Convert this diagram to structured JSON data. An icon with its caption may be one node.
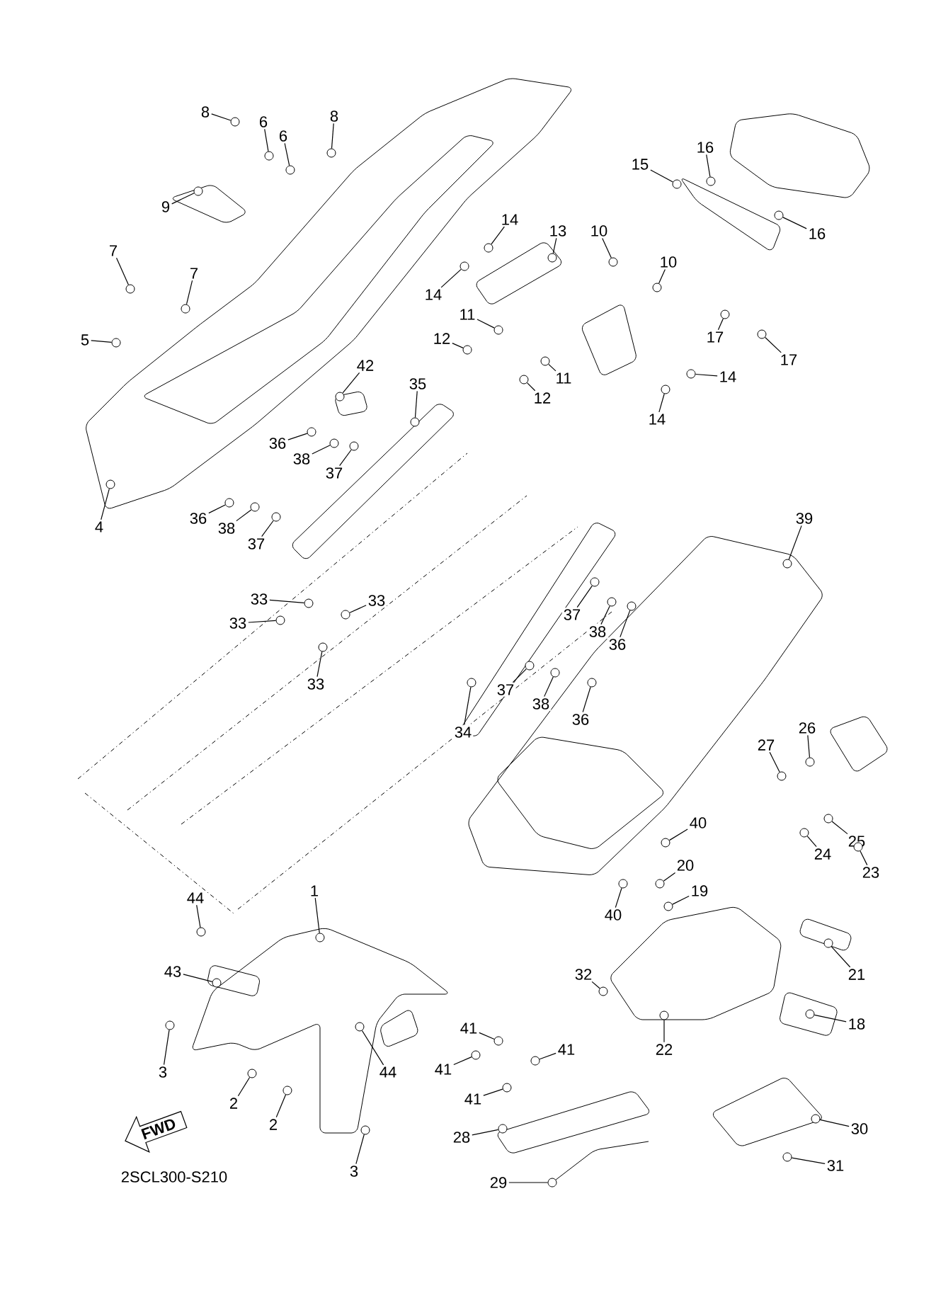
{
  "diagram": {
    "nodes": [
      {
        "text": [
          "8"
        ]
      },
      {
        "text": [
          "6"
        ]
      },
      {
        "text": [
          "8"
        ]
      },
      {
        "text": [
          "6"
        ]
      },
      {
        "text": [
          "16"
        ]
      },
      {
        "text": [
          "15"
        ]
      },
      {
        "text": [
          "9"
        ]
      },
      {
        "text": [
          "14"
        ]
      },
      {
        "text": [
          "13"
        ]
      },
      {
        "text": [
          "10"
        ]
      },
      {
        "text": [
          "16"
        ]
      },
      {
        "text": [
          "7"
        ]
      },
      {
        "text": [
          "10"
        ]
      },
      {
        "text": [
          "7"
        ]
      },
      {
        "text": [
          "14"
        ]
      },
      {
        "text": [
          "11"
        ]
      },
      {
        "text": [
          "12"
        ]
      },
      {
        "text": [
          "17"
        ]
      },
      {
        "text": [
          "5"
        ]
      },
      {
        "text": [
          "12"
        ]
      },
      {
        "text": [
          "17"
        ]
      },
      {
        "text": [
          "42"
        ]
      },
      {
        "text": [
          "11"
        ]
      },
      {
        "text": [
          "14"
        ]
      },
      {
        "text": [
          "35"
        ]
      },
      {
        "text": [
          "14"
        ]
      },
      {
        "text": [
          "36"
        ]
      },
      {
        "text": [
          "38"
        ]
      },
      {
        "text": [
          "37"
        ]
      },
      {
        "text": [
          "36"
        ]
      },
      {
        "text": [
          "39"
        ]
      },
      {
        "text": [
          "38"
        ]
      },
      {
        "text": [
          "4"
        ]
      },
      {
        "text": [
          "37"
        ]
      },
      {
        "text": [
          "33"
        ]
      },
      {
        "text": [
          "33"
        ]
      },
      {
        "text": [
          "37"
        ]
      },
      {
        "text": [
          "38"
        ]
      },
      {
        "text": [
          "36"
        ]
      },
      {
        "text": [
          "33"
        ]
      },
      {
        "text": [
          "33"
        ]
      },
      {
        "text": [
          "37"
        ]
      },
      {
        "text": [
          "38"
        ]
      },
      {
        "text": [
          "36"
        ]
      },
      {
        "text": [
          "26"
        ]
      },
      {
        "text": [
          "34"
        ]
      },
      {
        "text": [
          "27"
        ]
      },
      {
        "text": [
          "40"
        ]
      },
      {
        "text": [
          "25"
        ]
      },
      {
        "text": [
          "24"
        ]
      },
      {
        "text": [
          "20"
        ]
      },
      {
        "text": [
          "23"
        ]
      },
      {
        "text": [
          "44"
        ]
      },
      {
        "text": [
          "1"
        ]
      },
      {
        "text": [
          "19"
        ]
      },
      {
        "text": [
          "40"
        ]
      },
      {
        "text": [
          "43"
        ]
      },
      {
        "text": [
          "21"
        ]
      },
      {
        "text": [
          "32"
        ]
      },
      {
        "text": [
          "18"
        ]
      },
      {
        "text": [
          "41"
        ]
      },
      {
        "text": [
          "22"
        ]
      },
      {
        "text": [
          "41"
        ]
      },
      {
        "text": [
          "3"
        ]
      },
      {
        "text": [
          "41"
        ]
      },
      {
        "text": [
          "44"
        ]
      },
      {
        "text": [
          "41"
        ]
      },
      {
        "text": [
          "2"
        ]
      },
      {
        "text": [
          "2"
        ]
      },
      {
        "text": [
          "30"
        ]
      },
      {
        "text": [
          "28"
        ]
      },
      {
        "text": [
          "31"
        ]
      },
      {
        "text": [
          "3"
        ]
      },
      {
        "text": [
          "29"
        ]
      },
      {
        "text": [],
        "shape": "circle"
      },
      {
        "text": [],
        "shape": "circle"
      },
      {
        "text": [],
        "shape": "circle"
      },
      {
        "text": [],
        "shape": "circle"
      },
      {
        "text": [],
        "shape": "circle"
      },
      {
        "text": [],
        "shape": "circle"
      },
      {
        "text": [],
        "shape": "circle"
      },
      {
        "text": [],
        "shape": "circle"
      },
      {
        "text": [],
        "shape": "circle"
      },
      {
        "text": [],
        "shape": "circle"
      },
      {
        "text": [],
        "shape": "circle"
      },
      {
        "text": [],
        "shape": "circle"
      },
      {
        "text": [],
        "shape": "circle"
      },
      {
        "text": [],
        "shape": "circle"
      },
      {
        "text": [],
        "shape": "circle"
      },
      {
        "text": [],
        "shape": "circle"
      },
      {
        "text": [],
        "shape": "circle"
      },
      {
        "text": [],
        "shape": "circle"
      },
      {
        "text": [],
        "shape": "circle"
      },
      {
        "text": [],
        "shape": "circle"
      },
      {
        "text": [],
        "shape": "circle"
      },
      {
        "text": [],
        "shape": "circle"
      },
      {
        "text": [],
        "shape": "circle"
      },
      {
        "text": [],
        "shape": "circle"
      },
      {
        "text": [],
        "shape": "circle"
      },
      {
        "text": [],
        "shape": "circle"
      },
      {
        "text": [],
        "shape": "circle"
      },
      {
        "text": [],
        "shape": "circle"
      },
      {
        "text": [],
        "shape": "circle"
      },
      {
        "text": [],
        "shape": "circle"
      },
      {
        "text": [],
        "shape": "circle"
      },
      {
        "text": [],
        "shape": "circle"
      },
      {
        "text": [],
        "shape": "circle"
      },
      {
        "text": [],
        "shape": "circle"
      },
      {
        "text": [],
        "shape": "circle"
      },
      {
        "text": [],
        "shape": "circle"
      },
      {
        "text": [],
        "shape": "circle"
      },
      {
        "text": [],
        "shape": "circle"
      },
      {
        "text": [],
        "shape": "circle"
      },
      {
        "text": [],
        "shape": "circle"
      },
      {
        "text": [],
        "shape": "circle"
      },
      {
        "text": [],
        "shape": "circle"
      },
      {
        "text": [],
        "shape": "circle"
      },
      {
        "text": [],
        "shape": "circle"
      },
      {
        "text": [],
        "shape": "circle"
      },
      {
        "text": [],
        "shape": "circle"
      },
      {
        "text": [],
        "shape": "circle"
      },
      {
        "text": [],
        "shape": "circle"
      },
      {
        "text": [],
        "shape": "circle"
      },
      {
        "text": [],
        "shape": "circle"
      },
      {
        "text": [],
        "shape": "circle"
      },
      {
        "text": [],
        "shape": "circle"
      },
      {
        "text": [],
        "shape": "circle"
      },
      {
        "text": [],
        "shape": "circle"
      },
      {
        "text": [],
        "shape": "circle"
      },
      {
        "text": [],
        "shape": "circle"
      },
      {
        "text": [],
        "shape": "circle"
      },
      {
        "text": [],
        "shape": "circle"
      },
      {
        "text": [],
        "shape": "circle"
      },
      {
        "text": [],
        "shape": "circle"
      },
      {
        "text": [],
        "shape": "circle"
      },
      {
        "text": [],
        "shape": "circle"
      },
      {
        "text": [],
        "shape": "circle"
      },
      {
        "text": [],
        "shape": "circle"
      },
      {
        "text": [],
        "shape": "circle"
      },
      {
        "text": [],
        "shape": "circle"
      },
      {
        "text": [],
        "shape": "circle"
      },
      {
        "text": [],
        "shape": "circle"
      },
      {
        "text": [],
        "shape": "circle"
      },
      {
        "text": [],
        "shape": "circle"
      },
      {
        "text": [],
        "shape": "circle"
      },
      {
        "text": [],
        "shape": "circle"
      },
      {
        "text": [],
        "shape": "circle"
      },
      {
        "text": [],
        "shape": "circle"
      }
    ],
    "edges": [
      {
        "from": 0,
        "to": 74,
        "arrow": "none"
      },
      {
        "from": 1,
        "to": 75,
        "arrow": "none"
      },
      {
        "from": 2,
        "to": 76,
        "arrow": "none"
      },
      {
        "from": 3,
        "to": 77,
        "arrow": "none"
      },
      {
        "from": 4,
        "to": 78,
        "arrow": "none"
      },
      {
        "from": 5,
        "to": 79,
        "arrow": "none"
      },
      {
        "from": 6,
        "to": 80,
        "arrow": "none"
      },
      {
        "from": 7,
        "to": 81,
        "arrow": "none"
      },
      {
        "from": 8,
        "to": 82,
        "arrow": "none"
      },
      {
        "from": 9,
        "to": 83,
        "arrow": "none"
      },
      {
        "from": 10,
        "to": 84,
        "arrow": "none"
      },
      {
        "from": 11,
        "to": 85,
        "arrow": "none"
      },
      {
        "from": 12,
        "to": 86,
        "arrow": "none"
      },
      {
        "from": 13,
        "to": 87,
        "arrow": "none"
      },
      {
        "from": 14,
        "to": 88,
        "arrow": "none"
      },
      {
        "from": 15,
        "to": 89,
        "arrow": "none"
      },
      {
        "from": 16,
        "to": 90,
        "arrow": "none"
      },
      {
        "from": 17,
        "to": 91,
        "arrow": "none"
      },
      {
        "from": 18,
        "to": 92,
        "arrow": "none"
      },
      {
        "from": 19,
        "to": 93,
        "arrow": "none"
      },
      {
        "from": 20,
        "to": 94,
        "arrow": "none"
      },
      {
        "from": 21,
        "to": 95,
        "arrow": "none"
      },
      {
        "from": 22,
        "to": 96,
        "arrow": "none"
      },
      {
        "from": 23,
        "to": 97,
        "arrow": "none"
      },
      {
        "from": 24,
        "to": 98,
        "arrow": "none"
      },
      {
        "from": 25,
        "to": 99,
        "arrow": "none"
      },
      {
        "from": 26,
        "to": 100,
        "arrow": "none"
      },
      {
        "from": 27,
        "to": 101,
        "arrow": "none"
      },
      {
        "from": 28,
        "to": 102,
        "arrow": "none"
      },
      {
        "from": 29,
        "to": 103,
        "arrow": "none"
      },
      {
        "from": 30,
        "to": 104,
        "arrow": "none"
      },
      {
        "from": 31,
        "to": 105,
        "arrow": "none"
      },
      {
        "from": 32,
        "to": 106,
        "arrow": "none"
      },
      {
        "from": 33,
        "to": 107,
        "arrow": "none"
      },
      {
        "from": 34,
        "to": 108,
        "arrow": "none"
      },
      {
        "from": 35,
        "to": 109,
        "arrow": "none"
      },
      {
        "from": 36,
        "to": 110,
        "arrow": "none"
      },
      {
        "from": 37,
        "to": 111,
        "arrow": "none"
      },
      {
        "from": 38,
        "to": 112,
        "arrow": "none"
      },
      {
        "from": 39,
        "to": 113,
        "arrow": "none"
      },
      {
        "from": 40,
        "to": 114,
        "arrow": "none"
      },
      {
        "from": 41,
        "to": 115,
        "arrow": "none"
      },
      {
        "from": 42,
        "to": 116,
        "arrow": "none"
      },
      {
        "from": 43,
        "to": 117,
        "arrow": "none"
      },
      {
        "from": 44,
        "to": 118,
        "arrow": "none"
      },
      {
        "from": 45,
        "to": 119,
        "arrow": "none"
      },
      {
        "from": 46,
        "to": 120,
        "arrow": "none"
      },
      {
        "from": 47,
        "to": 121,
        "arrow": "none"
      },
      {
        "from": 48,
        "to": 122,
        "arrow": "none"
      },
      {
        "from": 49,
        "to": 123,
        "arrow": "none"
      },
      {
        "from": 50,
        "to": 124,
        "arrow": "none"
      },
      {
        "from": 51,
        "to": 125,
        "arrow": "none"
      },
      {
        "from": 52,
        "to": 126,
        "arrow": "none"
      },
      {
        "from": 53,
        "to": 127,
        "arrow": "none"
      },
      {
        "from": 54,
        "to": 128,
        "arrow": "none"
      },
      {
        "from": 55,
        "to": 129,
        "arrow": "none"
      },
      {
        "from": 56,
        "to": 130,
        "arrow": "none"
      },
      {
        "from": 57,
        "to": 131,
        "arrow": "none"
      },
      {
        "from": 58,
        "to": 132,
        "arrow": "none"
      },
      {
        "from": 59,
        "to": 133,
        "arrow": "none"
      },
      {
        "from": 60,
        "to": 134,
        "arrow": "none"
      },
      {
        "from": 61,
        "to": 135,
        "arrow": "none"
      },
      {
        "from": 62,
        "to": 136,
        "arrow": "none"
      },
      {
        "from": 63,
        "to": 137,
        "arrow": "none"
      },
      {
        "from": 64,
        "to": 138,
        "arrow": "none"
      },
      {
        "from": 65,
        "to": 139,
        "arrow": "none"
      },
      {
        "from": 66,
        "to": 140,
        "arrow": "none"
      },
      {
        "from": 67,
        "to": 141,
        "arrow": "none"
      },
      {
        "from": 68,
        "to": 142,
        "arrow": "none"
      },
      {
        "from": 69,
        "to": 143,
        "arrow": "none"
      },
      {
        "from": 70,
        "to": 144,
        "arrow": "none"
      },
      {
        "from": 71,
        "to": 145,
        "arrow": "none"
      },
      {
        "from": 72,
        "to": 146,
        "arrow": "none"
      },
      {
        "from": 73,
        "to": 147,
        "arrow": "none"
      }
    ],
    "labels": [
      "FWD",
      "2SCL300-S210"
    ]
  }
}
